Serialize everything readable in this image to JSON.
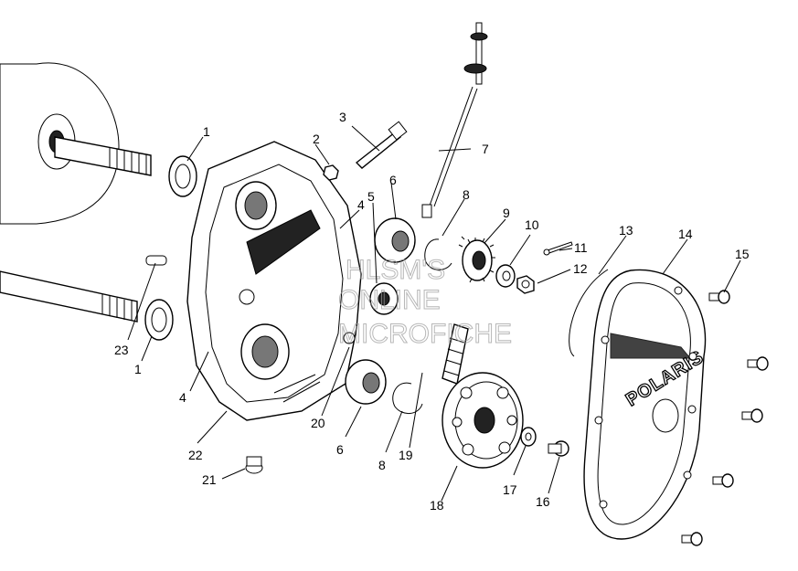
{
  "callouts": [
    {
      "number": "1"
    },
    {
      "number": "1"
    },
    {
      "number": "2"
    },
    {
      "number": "3"
    },
    {
      "number": "4"
    },
    {
      "number": "4"
    },
    {
      "number": "5"
    },
    {
      "number": "6"
    },
    {
      "number": "6"
    },
    {
      "number": "7"
    },
    {
      "number": "8"
    },
    {
      "number": "8"
    },
    {
      "number": "9"
    },
    {
      "number": "10"
    },
    {
      "number": "11"
    },
    {
      "number": "12"
    },
    {
      "number": "13"
    },
    {
      "number": "14"
    },
    {
      "number": "15"
    },
    {
      "number": "16"
    },
    {
      "number": "17"
    },
    {
      "number": "18"
    },
    {
      "number": "19"
    },
    {
      "number": "20"
    },
    {
      "number": "21"
    },
    {
      "number": "22"
    },
    {
      "number": "23"
    }
  ],
  "cover_logo": "POLARIS",
  "watermark": [
    "HLSM'S",
    "ONLINE",
    "MICROFICHE"
  ]
}
